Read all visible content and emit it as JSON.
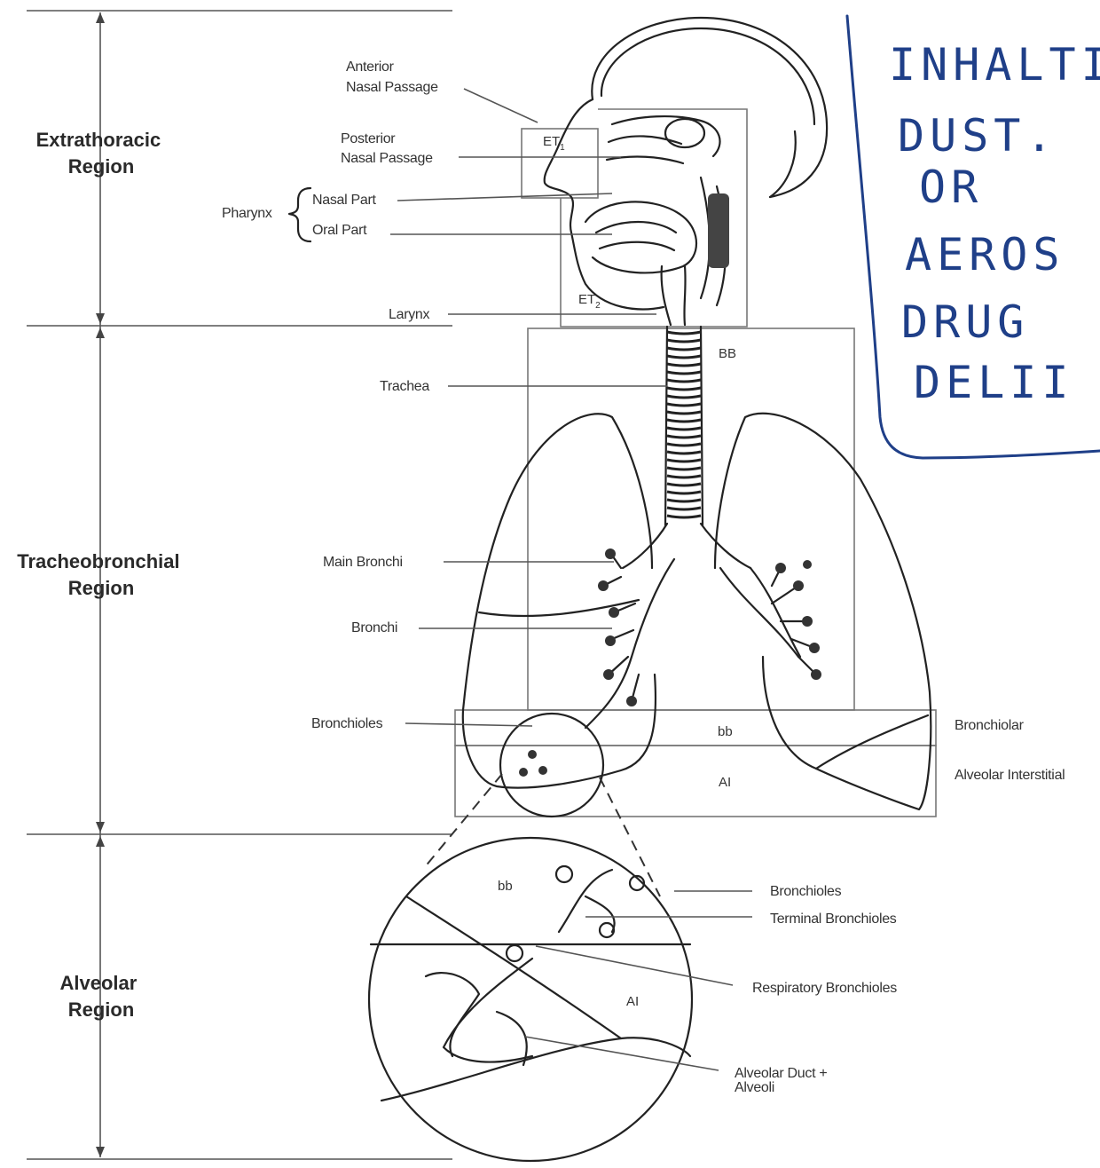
{
  "regions": {
    "extrathoracic": [
      "Extrathoracic",
      "Region"
    ],
    "tracheobronchial": [
      "Tracheobronchial",
      "Region"
    ],
    "alveolar": [
      "Alveolar",
      "Region"
    ]
  },
  "anatomy_labels": {
    "anterior_nasal": [
      "Anterior",
      "Nasal Passage"
    ],
    "posterior_nasal": [
      "Posterior",
      "Nasal Passage"
    ],
    "pharynx": "Pharynx",
    "nasal_part": "Nasal Part",
    "oral_part": "Oral Part",
    "larynx": "Larynx",
    "trachea": "Trachea",
    "main_bronchi": "Main Bronchi",
    "bronchi": "Bronchi",
    "bronchioles": "Bronchioles"
  },
  "zone_codes": {
    "et1": "ET",
    "et1_sub": "1",
    "et2": "ET",
    "et2_sub": "2",
    "bb_upper": "BB",
    "bb_lower": "bb",
    "ai": "AI",
    "inset_bb": "bb",
    "inset_ai": "AI"
  },
  "right_labels": {
    "bronchiolar": "Bronchiolar",
    "alveolar_interstitial": "Alveolar Interstitial"
  },
  "inset_labels": {
    "bronchioles": "Bronchioles",
    "terminal_bronchioles": "Terminal Bronchioles",
    "respiratory_bronchioles": "Respiratory Bronchioles",
    "alveolar_duct": [
      "Alveolar Duct +",
      "Alveoli"
    ]
  },
  "handwritten_note": [
    "INHALTIO",
    "DUST. .",
    "OR",
    "AEROS",
    "DRUG",
    "DELII"
  ]
}
